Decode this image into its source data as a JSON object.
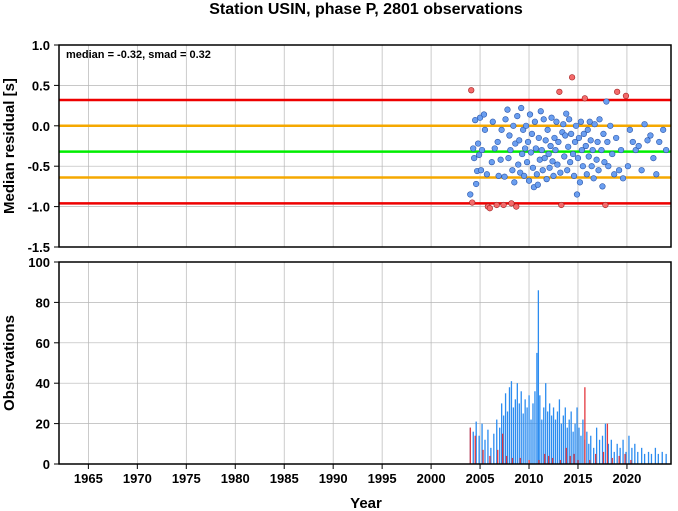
{
  "chart_data": [
    {
      "type": "scatter",
      "title": "Station USIN, phase P, 2801 observations",
      "ylabel": "Median residual [s]",
      "xlim": [
        1962,
        2024.5
      ],
      "ylim": [
        -1.5,
        1.0
      ],
      "yticks": [
        "1.0",
        "0.5",
        "0.0",
        "-0.5",
        "-1.0",
        "-1.5"
      ],
      "annotation": "median = -0.32, smad = 0.32",
      "grid": true,
      "colors": {
        "inlier": "#6a9ef0",
        "outlier": "#f46a6a",
        "median_line": "#00ee00",
        "smad_line": "#f5a800",
        "outer_line": "#ee0000"
      },
      "hlines": [
        {
          "y": -0.32,
          "color": "#00ee00"
        },
        {
          "y": 0.0,
          "color": "#f5a800"
        },
        {
          "y": -0.64,
          "color": "#f5a800"
        },
        {
          "y": 0.32,
          "color": "#ee0000"
        },
        {
          "y": -0.96,
          "color": "#ee0000"
        }
      ],
      "points": [
        [
          2004.0,
          -0.85
        ],
        [
          2004.1,
          0.44,
          1
        ],
        [
          2004.2,
          -0.95,
          1
        ],
        [
          2004.3,
          -0.28
        ],
        [
          2004.4,
          -0.4
        ],
        [
          2004.5,
          0.07
        ],
        [
          2004.6,
          -0.72
        ],
        [
          2004.7,
          -0.56
        ],
        [
          2004.8,
          -0.22
        ],
        [
          2004.9,
          -0.36
        ],
        [
          2005.0,
          0.1
        ],
        [
          2005.1,
          -0.55
        ],
        [
          2005.2,
          -0.3
        ],
        [
          2005.4,
          0.14
        ],
        [
          2005.5,
          -0.05
        ],
        [
          2005.7,
          -0.6
        ],
        [
          2005.8,
          -1.0,
          1
        ],
        [
          2006.0,
          -1.02,
          1
        ],
        [
          2006.2,
          -0.45
        ],
        [
          2006.3,
          0.05
        ],
        [
          2006.5,
          -0.28
        ],
        [
          2006.7,
          -0.98,
          1
        ],
        [
          2006.8,
          -0.2
        ],
        [
          2006.9,
          -0.62
        ],
        [
          2007.1,
          -0.42
        ],
        [
          2007.2,
          -0.05
        ],
        [
          2007.4,
          -0.98,
          1
        ],
        [
          2007.5,
          -0.63
        ],
        [
          2007.6,
          0.08
        ],
        [
          2007.8,
          0.2
        ],
        [
          2007.9,
          -0.4
        ],
        [
          2008.0,
          -0.12
        ],
        [
          2008.1,
          -0.3
        ],
        [
          2008.2,
          -0.96,
          1
        ],
        [
          2008.3,
          -0.55
        ],
        [
          2008.4,
          0.0
        ],
        [
          2008.5,
          -0.7
        ],
        [
          2008.6,
          -0.22
        ],
        [
          2008.7,
          -1.0,
          1
        ],
        [
          2008.8,
          0.12
        ],
        [
          2008.9,
          -0.48
        ],
        [
          2009.0,
          -0.18
        ],
        [
          2009.1,
          -0.58
        ],
        [
          2009.2,
          0.22
        ],
        [
          2009.3,
          -0.35
        ],
        [
          2009.4,
          -0.05
        ],
        [
          2009.5,
          -0.62
        ],
        [
          2009.6,
          -0.28
        ],
        [
          2009.7,
          0.0
        ],
        [
          2009.8,
          -0.45
        ],
        [
          2009.9,
          -0.2
        ],
        [
          2010.0,
          -0.68
        ],
        [
          2010.1,
          0.14
        ],
        [
          2010.2,
          -0.33
        ],
        [
          2010.3,
          -0.1
        ],
        [
          2010.4,
          -0.52
        ],
        [
          2010.5,
          -0.76
        ],
        [
          2010.6,
          0.05
        ],
        [
          2010.7,
          -0.28
        ],
        [
          2010.8,
          -0.6
        ],
        [
          2010.9,
          -0.73
        ],
        [
          2011.0,
          -0.15
        ],
        [
          2011.1,
          -0.42
        ],
        [
          2011.2,
          0.18
        ],
        [
          2011.3,
          -0.3
        ],
        [
          2011.4,
          -0.55
        ],
        [
          2011.5,
          0.08
        ],
        [
          2011.6,
          -0.4
        ],
        [
          2011.7,
          -0.18
        ],
        [
          2011.8,
          -0.66
        ],
        [
          2011.9,
          -0.05
        ],
        [
          2012.0,
          -0.35
        ],
        [
          2012.1,
          -0.52
        ],
        [
          2012.2,
          -0.25
        ],
        [
          2012.3,
          0.1
        ],
        [
          2012.4,
          -0.44
        ],
        [
          2012.5,
          -0.62
        ],
        [
          2012.6,
          -0.15
        ],
        [
          2012.7,
          -0.3
        ],
        [
          2012.8,
          0.05
        ],
        [
          2012.9,
          -0.48
        ],
        [
          2013.0,
          -0.2
        ],
        [
          2013.1,
          0.42,
          1
        ],
        [
          2013.2,
          -0.58
        ],
        [
          2013.3,
          -0.98,
          1
        ],
        [
          2013.4,
          -0.08
        ],
        [
          2013.5,
          0.02
        ],
        [
          2013.6,
          -0.38
        ],
        [
          2013.7,
          -0.12
        ],
        [
          2013.8,
          0.15
        ],
        [
          2013.9,
          -0.55
        ],
        [
          2014.0,
          -0.26
        ],
        [
          2014.1,
          0.08
        ],
        [
          2014.2,
          -0.45
        ],
        [
          2014.3,
          -0.1
        ],
        [
          2014.4,
          0.6,
          1
        ],
        [
          2014.5,
          -0.35
        ],
        [
          2014.6,
          -0.62
        ],
        [
          2014.7,
          -0.2
        ],
        [
          2014.8,
          0.0
        ],
        [
          2014.9,
          -0.85
        ],
        [
          2015.0,
          -0.4
        ],
        [
          2015.1,
          -0.15
        ],
        [
          2015.2,
          -0.7
        ],
        [
          2015.3,
          0.05
        ],
        [
          2015.4,
          -0.3
        ],
        [
          2015.5,
          -0.5
        ],
        [
          2015.6,
          -0.1
        ],
        [
          2015.7,
          0.34,
          1
        ],
        [
          2015.8,
          -0.25
        ],
        [
          2015.9,
          -0.6
        ],
        [
          2016.0,
          -0.05
        ],
        [
          2016.1,
          -0.38
        ],
        [
          2016.2,
          0.05
        ],
        [
          2016.3,
          -0.18
        ],
        [
          2016.4,
          -0.5
        ],
        [
          2016.5,
          -0.3
        ],
        [
          2016.6,
          -0.65
        ],
        [
          2016.7,
          0.02
        ],
        [
          2016.9,
          -0.42
        ],
        [
          2017.0,
          -0.2
        ],
        [
          2017.1,
          -0.55
        ],
        [
          2017.2,
          0.08
        ],
        [
          2017.4,
          -0.3
        ],
        [
          2017.5,
          -0.75
        ],
        [
          2017.6,
          -0.1
        ],
        [
          2017.7,
          -0.45
        ],
        [
          2017.8,
          -0.98,
          1
        ],
        [
          2017.9,
          0.3
        ],
        [
          2018.0,
          -0.2
        ],
        [
          2018.1,
          -0.5
        ],
        [
          2018.3,
          0.0
        ],
        [
          2018.5,
          -0.35
        ],
        [
          2018.7,
          -0.6
        ],
        [
          2018.9,
          -0.15
        ],
        [
          2019.0,
          0.42,
          1
        ],
        [
          2019.2,
          -0.55
        ],
        [
          2019.4,
          -0.3
        ],
        [
          2019.6,
          -0.65
        ],
        [
          2019.9,
          0.37,
          1
        ],
        [
          2020.1,
          -0.5
        ],
        [
          2020.3,
          -0.05
        ],
        [
          2020.6,
          -0.2
        ],
        [
          2020.9,
          -0.3
        ],
        [
          2021.2,
          -0.25
        ],
        [
          2021.5,
          -0.55
        ],
        [
          2021.8,
          0.02
        ],
        [
          2022.1,
          -0.18
        ],
        [
          2022.4,
          -0.12
        ],
        [
          2022.7,
          -0.4
        ],
        [
          2023.0,
          -0.6
        ],
        [
          2023.3,
          -0.2
        ],
        [
          2023.7,
          -0.05
        ],
        [
          2024.0,
          -0.3
        ]
      ]
    },
    {
      "type": "bar",
      "ylabel": "Observations",
      "xlabel": "Year",
      "xlim": [
        1962,
        2024.5
      ],
      "ylim": [
        0,
        100
      ],
      "yticks": [
        "100",
        "80",
        "60",
        "40",
        "20",
        "0"
      ],
      "xticks": [
        "1965",
        "1970",
        "1975",
        "1980",
        "1985",
        "1990",
        "1995",
        "2000",
        "2005",
        "2010",
        "2015",
        "2020"
      ],
      "grid": true,
      "colors": {
        "total": "#2b8cf0",
        "outliers": "#e3393f"
      },
      "bars": [
        [
          2004.0,
          18
        ],
        [
          2004.3,
          16
        ],
        [
          2004.6,
          21
        ],
        [
          2004.9,
          14
        ],
        [
          2005.2,
          20
        ],
        [
          2005.5,
          12
        ],
        [
          2005.8,
          17
        ],
        [
          2006.1,
          8
        ],
        [
          2006.4,
          15
        ],
        [
          2006.7,
          22
        ],
        [
          2007.0,
          18
        ],
        [
          2007.2,
          30
        ],
        [
          2007.4,
          24
        ],
        [
          2007.6,
          35
        ],
        [
          2007.8,
          26
        ],
        [
          2008.0,
          38
        ],
        [
          2008.2,
          41
        ],
        [
          2008.4,
          28
        ],
        [
          2008.6,
          32
        ],
        [
          2008.8,
          40
        ],
        [
          2009.0,
          30
        ],
        [
          2009.2,
          36
        ],
        [
          2009.4,
          25
        ],
        [
          2009.6,
          32
        ],
        [
          2009.8,
          28
        ],
        [
          2010.0,
          34
        ],
        [
          2010.2,
          22
        ],
        [
          2010.4,
          30
        ],
        [
          2010.6,
          36
        ],
        [
          2010.8,
          55
        ],
        [
          2010.95,
          86
        ],
        [
          2011.1,
          34
        ],
        [
          2011.3,
          22
        ],
        [
          2011.5,
          28
        ],
        [
          2011.7,
          40
        ],
        [
          2011.9,
          26
        ],
        [
          2012.1,
          30
        ],
        [
          2012.3,
          24
        ],
        [
          2012.5,
          28
        ],
        [
          2012.7,
          22
        ],
        [
          2012.9,
          26
        ],
        [
          2013.1,
          32
        ],
        [
          2013.3,
          20
        ],
        [
          2013.5,
          24
        ],
        [
          2013.7,
          28
        ],
        [
          2013.9,
          18
        ],
        [
          2014.1,
          22
        ],
        [
          2014.3,
          26
        ],
        [
          2014.5,
          16
        ],
        [
          2014.7,
          20
        ],
        [
          2014.9,
          28
        ],
        [
          2015.1,
          18
        ],
        [
          2015.3,
          14
        ],
        [
          2015.5,
          22
        ],
        [
          2015.7,
          12
        ],
        [
          2015.9,
          16
        ],
        [
          2016.1,
          10
        ],
        [
          2016.3,
          14
        ],
        [
          2016.6,
          8
        ],
        [
          2016.9,
          18
        ],
        [
          2017.2,
          12
        ],
        [
          2017.5,
          14
        ],
        [
          2017.8,
          20
        ],
        [
          2018.1,
          10
        ],
        [
          2018.4,
          12
        ],
        [
          2018.7,
          6
        ],
        [
          2019.0,
          10
        ],
        [
          2019.3,
          8
        ],
        [
          2019.6,
          12
        ],
        [
          2019.9,
          6
        ],
        [
          2020.2,
          14
        ],
        [
          2020.5,
          8
        ],
        [
          2020.8,
          10
        ],
        [
          2021.1,
          6
        ],
        [
          2021.5,
          8
        ],
        [
          2021.8,
          5
        ],
        [
          2022.2,
          6
        ],
        [
          2022.5,
          5
        ],
        [
          2022.9,
          8
        ],
        [
          2023.2,
          5
        ],
        [
          2023.6,
          6
        ],
        [
          2024.0,
          5
        ]
      ],
      "outlier_bars": [
        [
          2004.0,
          18
        ],
        [
          2004.5,
          14
        ],
        [
          2005.3,
          7
        ],
        [
          2006.0,
          4
        ],
        [
          2006.8,
          7
        ],
        [
          2007.3,
          15
        ],
        [
          2007.7,
          4
        ],
        [
          2008.3,
          3
        ],
        [
          2009.1,
          3
        ],
        [
          2010.0,
          2
        ],
        [
          2011.0,
          2
        ],
        [
          2011.6,
          5
        ],
        [
          2012.0,
          4
        ],
        [
          2012.4,
          3
        ],
        [
          2013.2,
          2
        ],
        [
          2013.8,
          8
        ],
        [
          2014.2,
          4
        ],
        [
          2014.6,
          5
        ],
        [
          2015.0,
          2
        ],
        [
          2015.7,
          38
        ],
        [
          2016.2,
          2
        ],
        [
          2016.8,
          5
        ],
        [
          2017.6,
          6
        ],
        [
          2018.0,
          20
        ],
        [
          2018.5,
          3
        ],
        [
          2019.2,
          4
        ],
        [
          2019.8,
          5
        ],
        [
          2020.4,
          2
        ]
      ]
    }
  ]
}
